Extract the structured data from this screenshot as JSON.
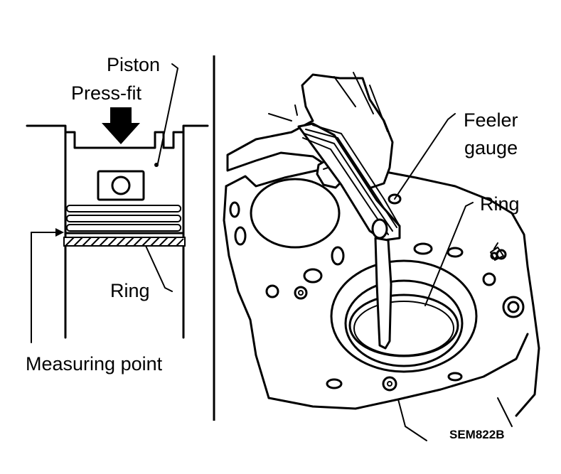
{
  "labels": {
    "piston": "Piston",
    "press_fit": "Press-fit",
    "ring_left": "Ring",
    "measuring_point": "Measuring point",
    "feeler_line1": "Feeler",
    "feeler_line2": "gauge",
    "ring_right": "Ring",
    "figure_code": "SEM822B"
  }
}
